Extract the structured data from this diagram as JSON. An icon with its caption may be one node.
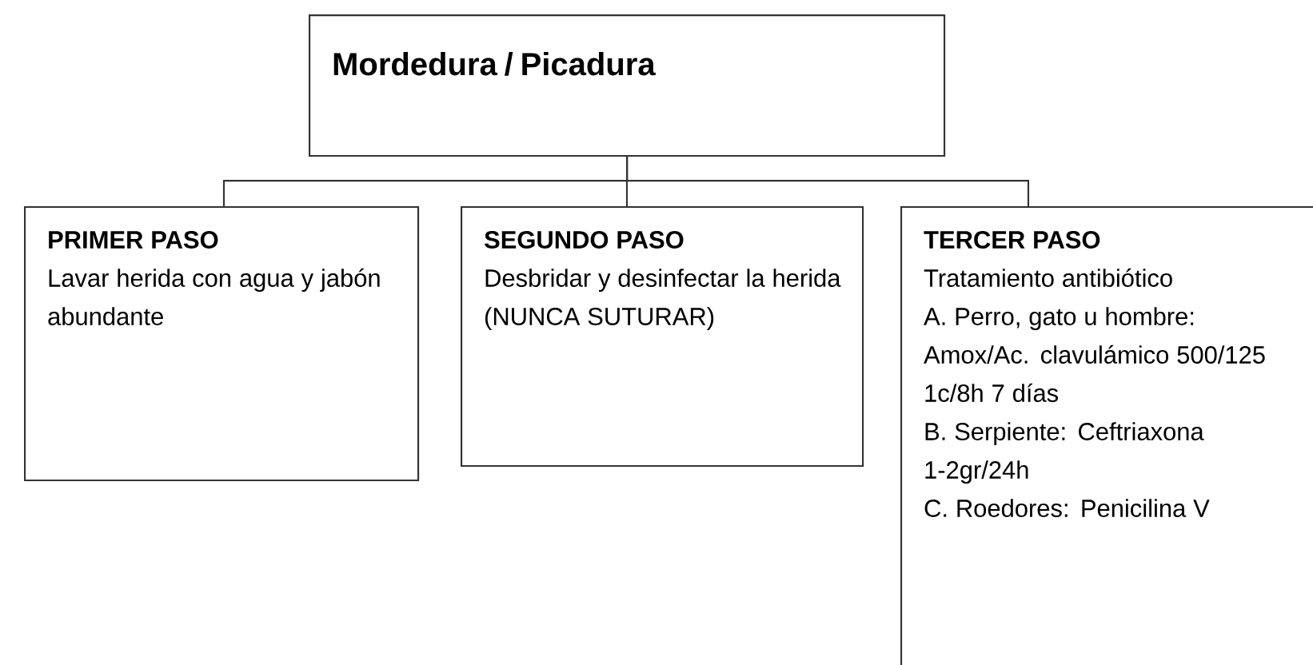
{
  "diagram": {
    "nodes": [
      {
        "text": [
          "Mordedura / Picadura"
        ]
      },
      {
        "text": [
          "PRIMER PASO",
          "Lavar herida con agua y jabón abundante"
        ]
      },
      {
        "text": [
          "SEGUNDO PASO",
          "Desbridar y desinfectar la herida",
          "(NUNCA SUTURAR)"
        ]
      },
      {
        "text": [
          "TERCER PASO",
          "Tratamiento antibiótico",
          "A. Perro, gato u hombre: Amox/Ac. clavulámico 500/125 1c/8h 7 días",
          "B. Serpiente: Ceftriaxona 1-2gr/24h",
          "C. Roedores: Penicilina V"
        ]
      }
    ],
    "edges": [
      {
        "from": 0,
        "to": 1,
        "arrow": "none"
      },
      {
        "from": 0,
        "to": 2,
        "arrow": "none"
      },
      {
        "from": 0,
        "to": 3,
        "arrow": "none"
      }
    ]
  }
}
